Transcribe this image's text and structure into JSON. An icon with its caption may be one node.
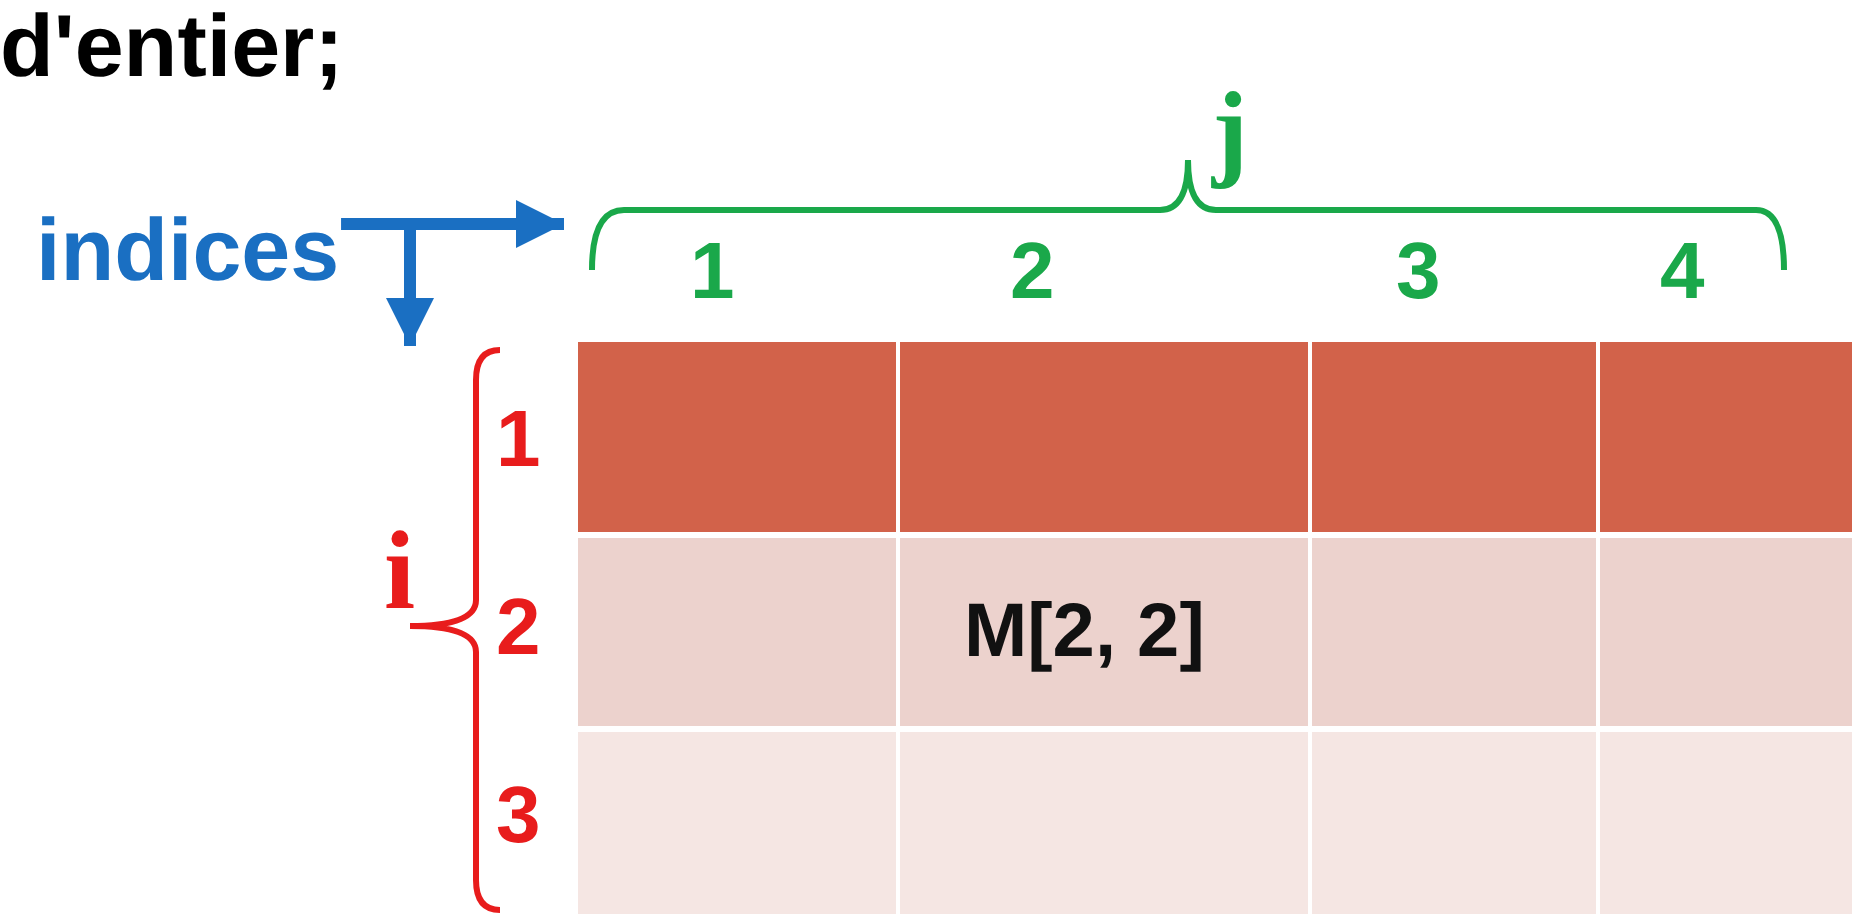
{
  "diagram": {
    "nodes": [
      {
        "text": [
          "indices"
        ]
      },
      {
        "text": [],
        "shape": "brace"
      },
      {
        "text": [],
        "shape": "brace"
      }
    ],
    "edges": [
      {
        "from": 0,
        "to": 1,
        "arrow": "to"
      },
      {
        "from": 0,
        "to": 2,
        "arrow": "to"
      }
    ],
    "labels": [
      "d'entier;",
      "j",
      "1",
      "2",
      "3",
      "4",
      "i",
      "1",
      "2",
      "3",
      "M[2, 2]"
    ]
  }
}
